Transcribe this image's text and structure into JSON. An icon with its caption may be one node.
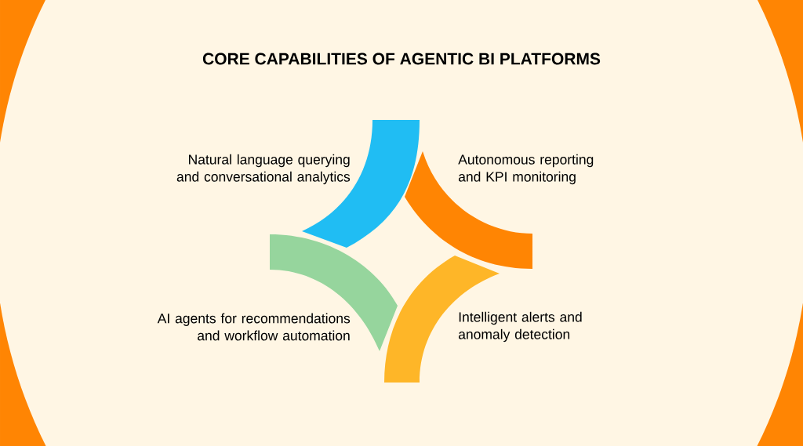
{
  "diagram": {
    "title": "CORE CAPABILITIES OF AGENTIC BI PLATFORMS",
    "labels": [
      "Natural language querying and conversational analytics",
      "Autonomous reporting and KPI monitoring",
      "AI agents for recommendations and workflow automation",
      "Intelligent alerts and anomaly detection"
    ]
  }
}
